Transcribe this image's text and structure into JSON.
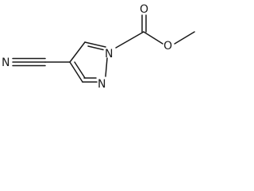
{
  "molecule": {
    "atoms": {
      "nitrile_n": "N",
      "ring_n1": "N",
      "ring_n2": "N",
      "carbonyl_o": "O",
      "ester_o": "O"
    },
    "colors": {
      "ink": "#1a1a1a",
      "background": "#ffffff"
    }
  }
}
